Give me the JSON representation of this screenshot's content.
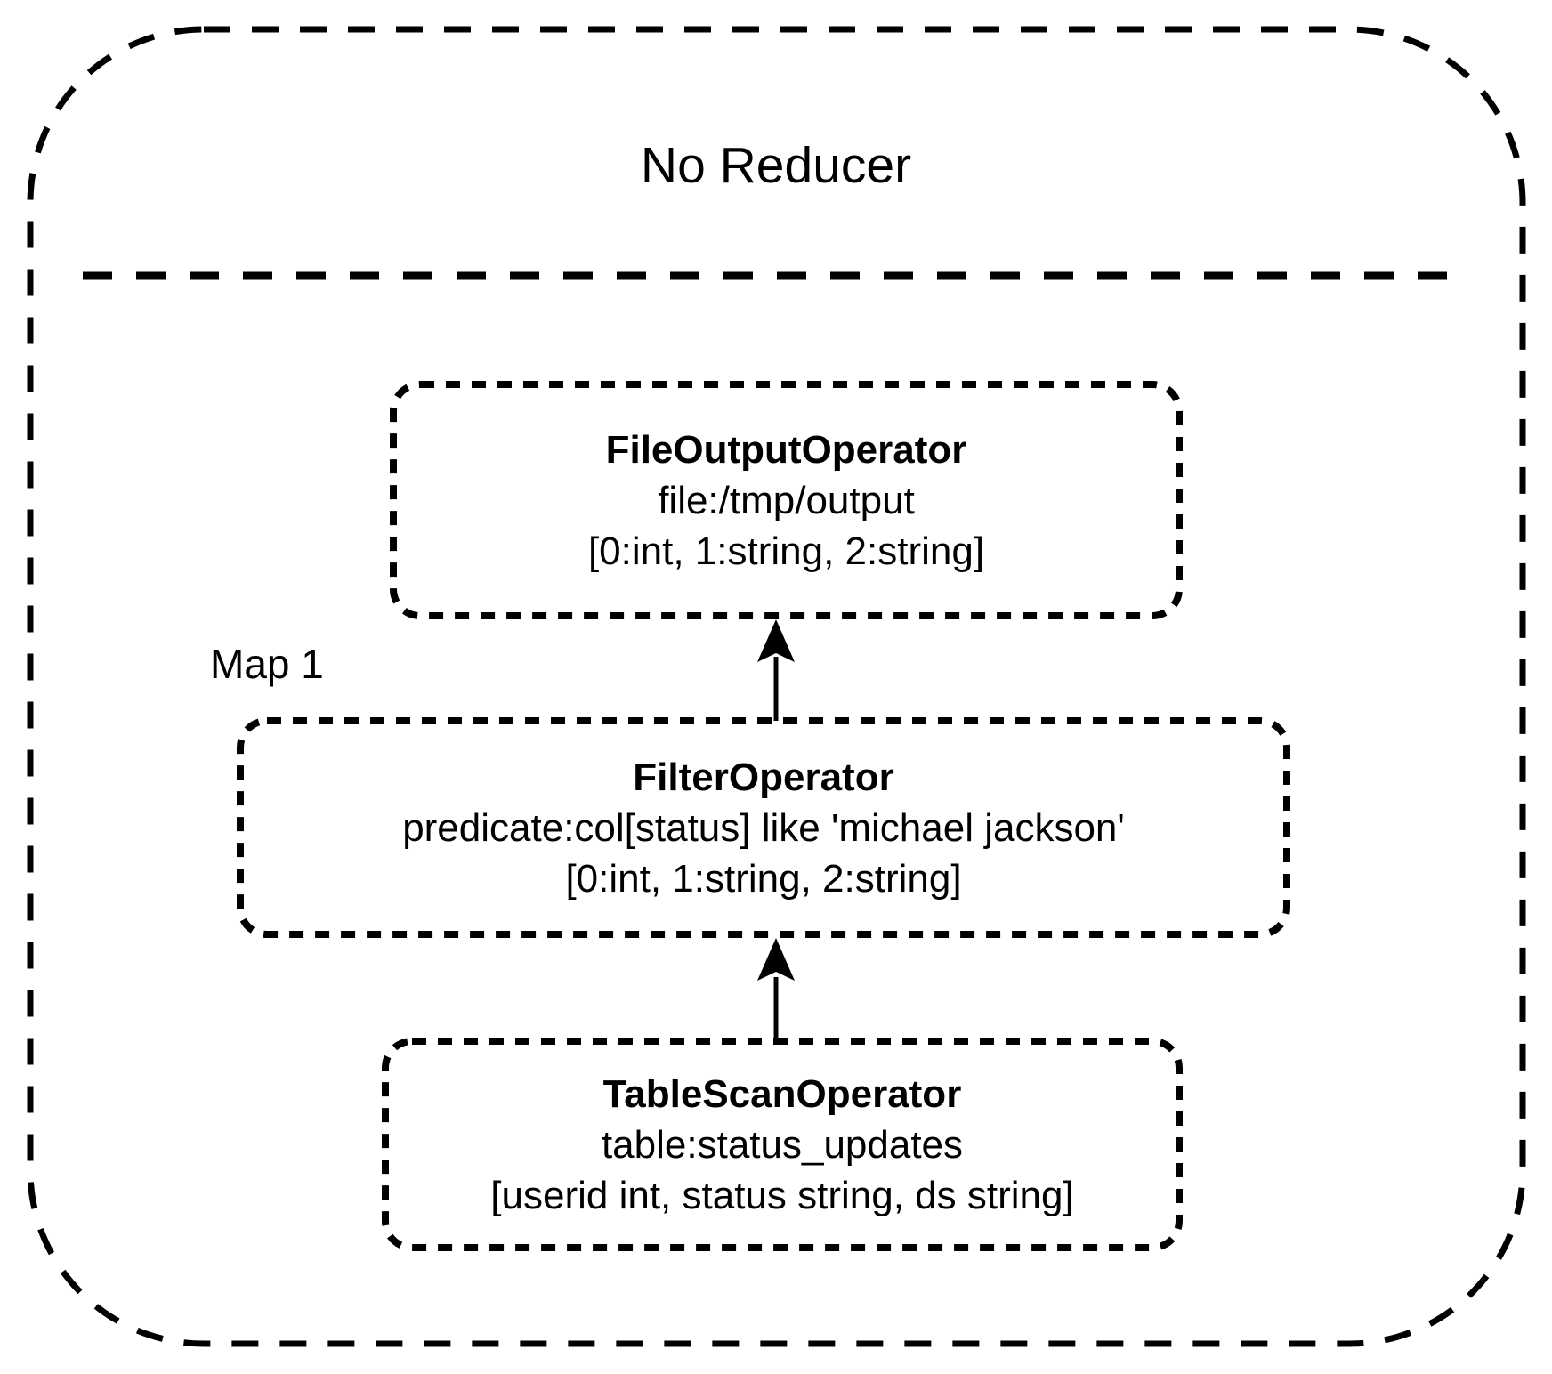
{
  "diagram": {
    "stage_label": "No Reducer",
    "map_label": "Map 1",
    "nodes": [
      {
        "id": "fileoutput",
        "title": "FileOutputOperator",
        "detail": "file:/tmp/output",
        "schema": "[0:int, 1:string, 2:string]"
      },
      {
        "id": "filter",
        "title": "FilterOperator",
        "detail": "predicate:col[status] like 'michael jackson'",
        "schema": "[0:int, 1:string, 2:string]"
      },
      {
        "id": "tablescan",
        "title": "TableScanOperator",
        "detail": "table:status_updates",
        "schema": "[userid int, status string, ds string]"
      }
    ],
    "edges": [
      {
        "from": "filter",
        "to": "fileoutput"
      },
      {
        "from": "tablescan",
        "to": "filter"
      }
    ],
    "colors": {
      "stroke": "#000000",
      "background": "#ffffff"
    }
  }
}
